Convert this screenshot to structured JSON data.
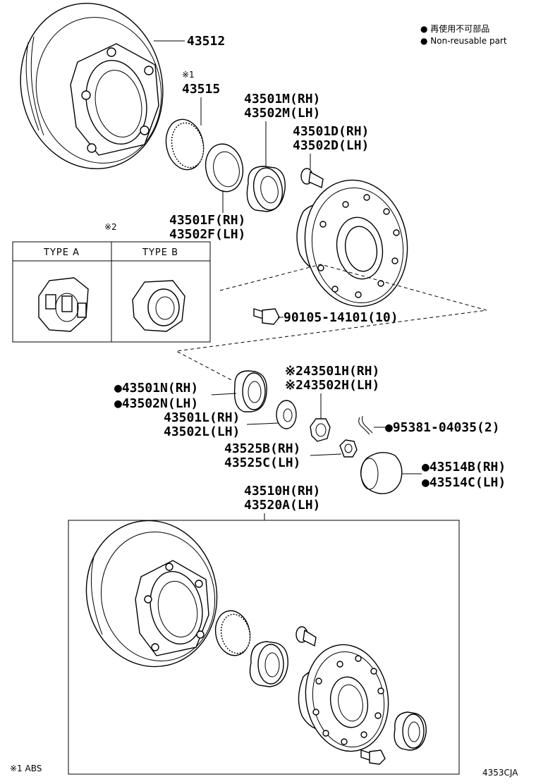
{
  "legend": {
    "line1": "● 再使用不可部品",
    "line2": "● Non-reusable part"
  },
  "parts": {
    "p43512": "43512",
    "note1_mark": "※1",
    "p43515": "43515",
    "p43501M": "43501M(RH)",
    "p43502M": "43502M(LH)",
    "p43501D": "43501D(RH)",
    "p43502D": "43502D(LH)",
    "p43501F": "43501F(RH)",
    "p43502F": "43502F(LH)",
    "bolt": "90105-14101(10)",
    "p43501N": "●43501N(RH)",
    "p43502N": "●43502N(LH)",
    "p43501H": "※243501H(RH)",
    "p43502H": "※243502H(LH)",
    "p43501L": "43501L(RH)",
    "p43502L": "43502L(LH)",
    "cotter": "●95381-04035(2)",
    "p43525B": "43525B(RH)",
    "p43525C": "43525C(LH)",
    "p43514B": "●43514B(RH)",
    "p43514C": "●43514C(LH)",
    "p43510H": "43510H(RH)",
    "p43520A": "43520A(LH)"
  },
  "types_box": {
    "note2_mark": "※2",
    "type_a": "TYPE A",
    "type_b": "TYPE B"
  },
  "footer": {
    "note": "※1 ABS",
    "code": "4353CJA"
  }
}
